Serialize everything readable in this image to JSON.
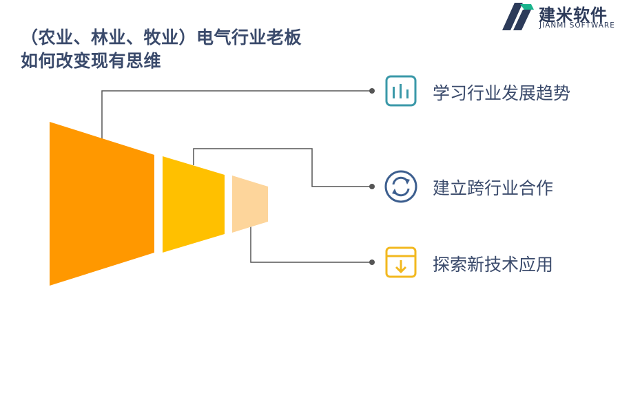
{
  "title": {
    "line1": "（农业、林业、牧业）电气行业老板",
    "line2": "如何改变现有思维"
  },
  "logo": {
    "name": "建米软件",
    "subtitle": "JIANMI SOFTWARE",
    "colors": {
      "dark": "#2c3a59",
      "accent": "#19b48c"
    }
  },
  "items": [
    {
      "label": "学习行业发展趋势",
      "icon": "bar-chart-icon",
      "color": "#3a98a8"
    },
    {
      "label": "建立跨行业合作",
      "icon": "refresh-icon",
      "color": "#3d5f8f"
    },
    {
      "label": "探索新技术应用",
      "icon": "download-box-icon",
      "color": "#f2b81f"
    }
  ],
  "segment_colors": [
    "#ff9800",
    "#ffc000",
    "#fdd59b"
  ]
}
